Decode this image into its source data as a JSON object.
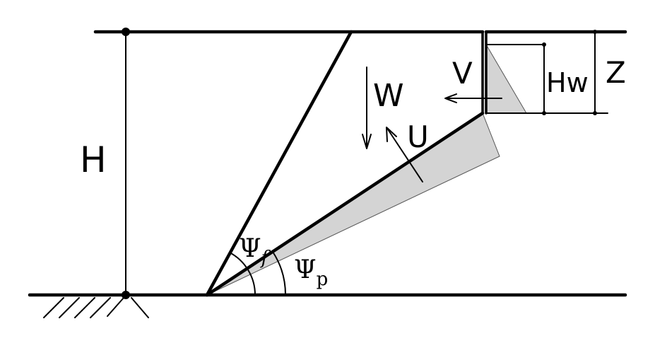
{
  "labels": {
    "height": "H",
    "weight": "W",
    "water_force_v": "V",
    "uplift_u": "U",
    "water_depth_hw": "Hw",
    "crack_depth_z": "Z",
    "psi": "Ψ",
    "psi_f_subscript": "f",
    "psi_p_subscript": "p"
  },
  "colors": {
    "line": "#000000",
    "water_pressure_fill": "#d4d4d4"
  }
}
